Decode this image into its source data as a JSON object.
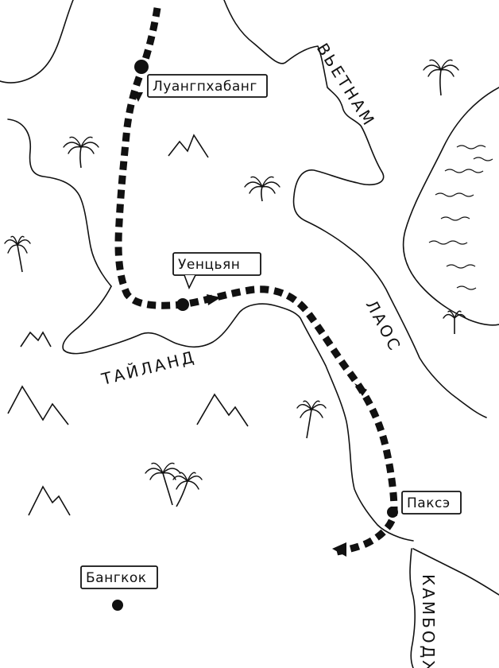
{
  "cities": {
    "luang_prabang": "Луангпхабанг",
    "vientiane": "Уенцьян",
    "pakse": "Паксэ",
    "bangkok": "Бангкок"
  },
  "countries": {
    "vietnam": "ВЬЕТНАМ",
    "laos": "ЛАОС",
    "thailand": "ТАЙЛАНД",
    "cambodia": "КАМБОДЖА"
  },
  "icons": {
    "mountain": "mountain-icon",
    "palm": "palm-tree-icon",
    "waves": "wave-icon"
  }
}
